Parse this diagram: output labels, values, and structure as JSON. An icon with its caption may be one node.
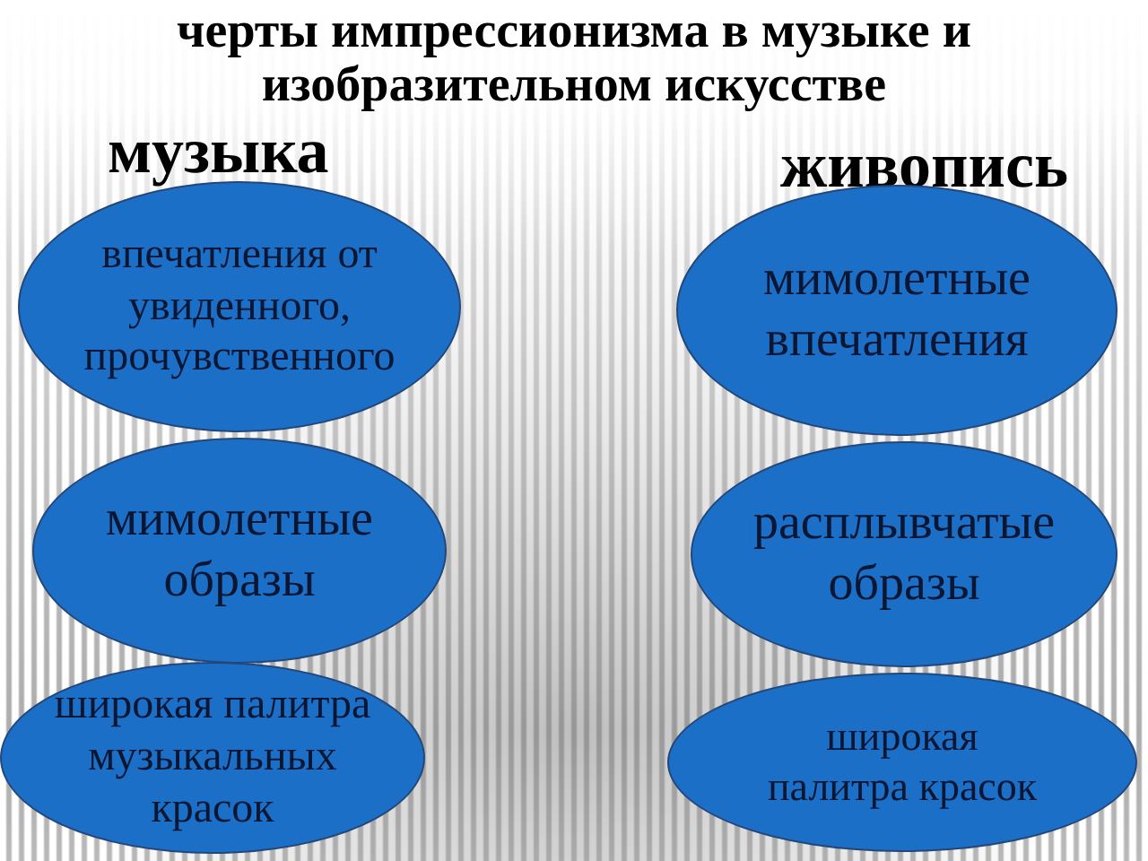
{
  "diagram": {
    "title": "черты импрессионизма в музыке и изобразительном искусстве",
    "nodes": [
      {
        "text": [
          "впечатления от увиденного, прочувственного"
        ]
      },
      {
        "text": [
          "мимолетные образы"
        ]
      },
      {
        "text": [
          "широкая палитра музыкальных красок"
        ]
      },
      {
        "text": [
          "мимолетные впечатления"
        ]
      },
      {
        "text": [
          "расплывчатые образы"
        ]
      },
      {
        "text": [
          "широкая палитра красок"
        ]
      }
    ],
    "labels": [
      "музыка",
      "живопись"
    ]
  }
}
